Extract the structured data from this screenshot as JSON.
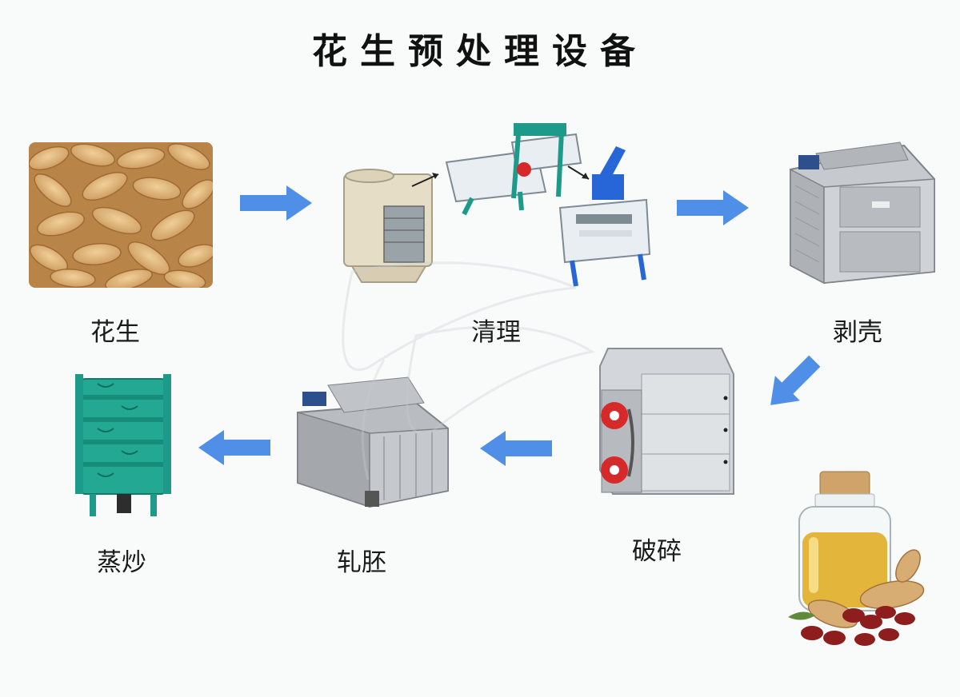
{
  "title": "花生预处理设备",
  "steps": [
    {
      "label": "花生"
    },
    {
      "label": "清理"
    },
    {
      "label": "剥壳"
    },
    {
      "label": "破碎"
    },
    {
      "label": "轧胚"
    },
    {
      "label": "蒸炒"
    }
  ],
  "colors": {
    "arrow": "#4f8fe8",
    "peanut": "#d9ae73",
    "machine_gray": "#b9bcc0",
    "teal": "#1d9a8a",
    "blue": "#2766d6",
    "cream": "#e6ddc6",
    "red": "#d62a2a",
    "oil": "#e3b53a"
  },
  "icons": [
    "peanut-photo",
    "cleaning-machines",
    "sheller-machine",
    "crusher-machine",
    "flaker-machine",
    "cooker-machine",
    "peanut-oil-bottle",
    "flow-arrow-icon",
    "logo-watermark"
  ]
}
